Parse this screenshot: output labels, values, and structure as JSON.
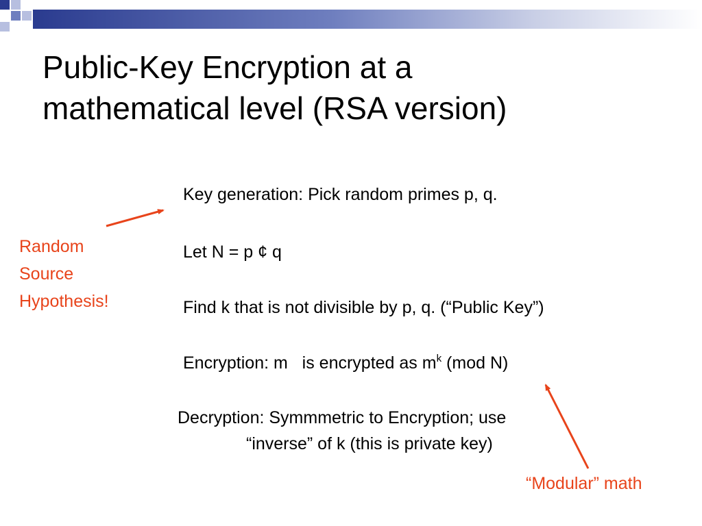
{
  "title": {
    "line1": "Public-Key Encryption at a",
    "line2": "mathematical level (RSA version)"
  },
  "body": {
    "key_generation": "Key generation: Pick random primes p, q.",
    "let_n": "Let N = p ¢ q",
    "find_k": "Find k that is not divisible by p, q. (“Public Key”)",
    "encryption_prefix": "Encryption: m   is encrypted as m",
    "encryption_sup": "k",
    "encryption_suffix": " (mod N)",
    "decryption_line1": "Decryption:  Symmmetric to Encryption; use",
    "decryption_line2": "“inverse” of k (this is private key)"
  },
  "annotations": {
    "random_source": [
      "Random",
      "Source",
      "Hypothesis!"
    ],
    "modular_math": "“Modular” math"
  },
  "colors": {
    "annotation": "#e8441b",
    "title_band_dark": "#2a3b8f",
    "text": "#000000"
  }
}
